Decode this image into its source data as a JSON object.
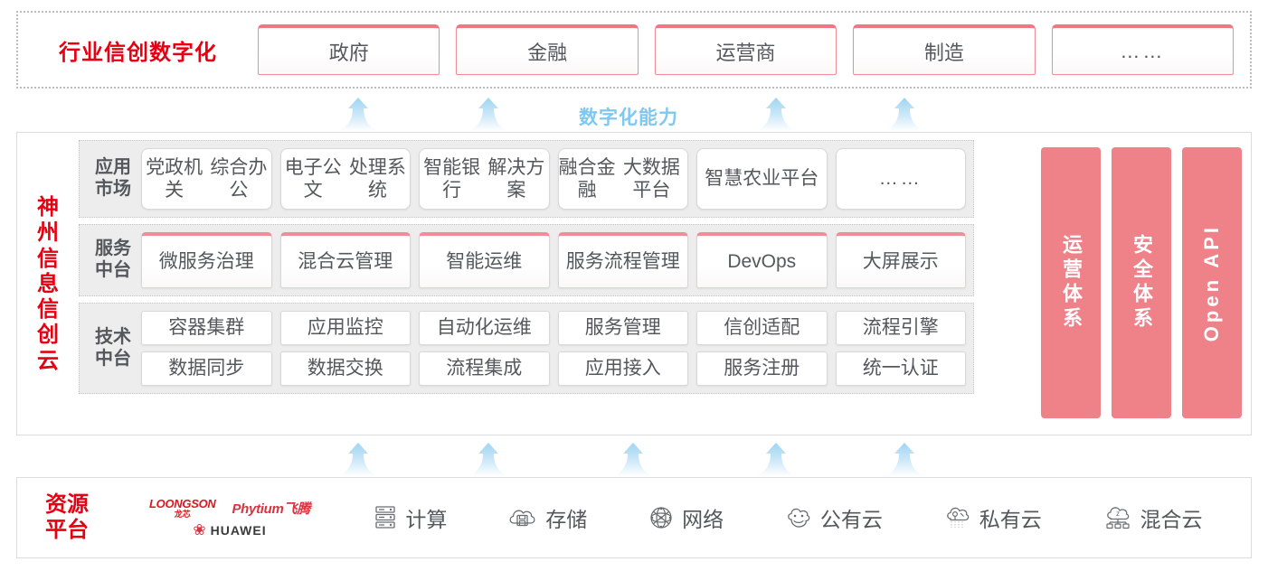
{
  "industry": {
    "title": "行业信创数字化",
    "cards": [
      {
        "label": "政府"
      },
      {
        "label": "金融"
      },
      {
        "label": "运营商"
      },
      {
        "label": "制造"
      },
      {
        "label": "……"
      }
    ]
  },
  "capability_label": "数字化能力",
  "cloud": {
    "title_chars": [
      "神",
      "州",
      "信",
      "息",
      "信",
      "创",
      "云"
    ],
    "tiers": [
      {
        "label_lines": [
          "应用",
          "市场"
        ],
        "rows": [
          [
            {
              "label": "党政机关\n综合办公"
            },
            {
              "label": "电子公文\n处理系统"
            },
            {
              "label": "智能银行\n解决方案"
            },
            {
              "label": "融合金融\n大数据平台"
            },
            {
              "label": "智慧农业\n平台"
            },
            {
              "label": "……"
            }
          ]
        ]
      },
      {
        "label_lines": [
          "服务",
          "中台"
        ],
        "rows": [
          [
            {
              "label": "微服务\n治理"
            },
            {
              "label": "混合云\n管理"
            },
            {
              "label": "智能运维"
            },
            {
              "label": "服务流程\n管理"
            },
            {
              "label": "DevOps"
            },
            {
              "label": "大屏展示"
            }
          ]
        ]
      },
      {
        "label_lines": [
          "技术",
          "中台"
        ],
        "rows": [
          [
            {
              "label": "容器集群"
            },
            {
              "label": "应用监控"
            },
            {
              "label": "自动化运维"
            },
            {
              "label": "服务管理"
            },
            {
              "label": "信创适配"
            },
            {
              "label": "流程引擎"
            }
          ],
          [
            {
              "label": "数据同步"
            },
            {
              "label": "数据交换"
            },
            {
              "label": "流程集成"
            },
            {
              "label": "应用接入"
            },
            {
              "label": "服务注册"
            },
            {
              "label": "统一认证"
            }
          ]
        ]
      }
    ],
    "pillars": [
      {
        "label": "运营体系",
        "latin": false
      },
      {
        "label": "安全体系",
        "latin": false
      },
      {
        "label": "Open API",
        "latin": true
      }
    ]
  },
  "resource": {
    "title_lines": [
      "资源",
      "平台"
    ],
    "logos": {
      "loongson_en": "LOONGSON",
      "loongson_cn": "龙芯",
      "phytium": "Phytium飞腾",
      "huawei": "HUAWEI"
    },
    "items": [
      {
        "label": "计算",
        "icon": "server-icon"
      },
      {
        "label": "存储",
        "icon": "cloud-storage-icon"
      },
      {
        "label": "网络",
        "icon": "network-mesh-icon"
      },
      {
        "label": "公有云",
        "icon": "public-cloud-icon"
      },
      {
        "label": "私有云",
        "icon": "private-cloud-icon"
      },
      {
        "label": "混合云",
        "icon": "hybrid-cloud-icon"
      }
    ]
  },
  "colors": {
    "brand_red": "#e60012",
    "pillar_pink": "#ef8189",
    "card_pink_border": "#ef8e99",
    "arrow_blue": "#bfe2f7",
    "capability_blue": "#7ec8f2",
    "tier_bg": "#ededed"
  },
  "arrows": {
    "top_positions": [
      396,
      540,
      858,
      1000
    ],
    "bottom_positions": [
      396,
      540,
      700,
      858,
      1000
    ]
  }
}
